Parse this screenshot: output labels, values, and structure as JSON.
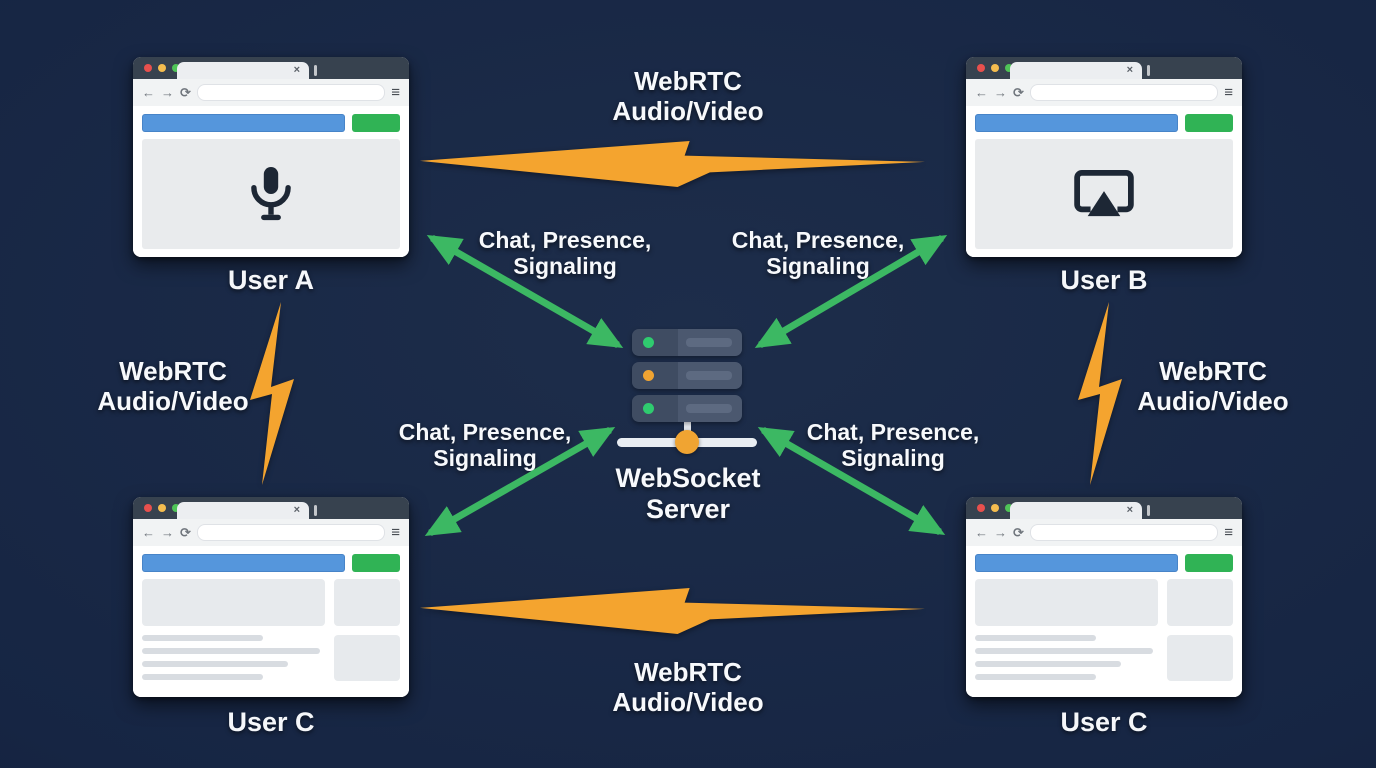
{
  "chrome": {
    "back": "←",
    "forward": "→",
    "reload": "⟳",
    "menu": "≡",
    "tab_close": "×"
  },
  "nodes": {
    "user_a": {
      "label": "User A",
      "icon": "microphone-icon"
    },
    "user_b": {
      "label": "User B",
      "icon": "screen-cast-icon"
    },
    "user_c_left": {
      "label": "User C"
    },
    "user_c_right": {
      "label": "User C"
    },
    "server": {
      "line1": "WebSocket",
      "line2": "Server",
      "leds": [
        "green",
        "orange",
        "green"
      ]
    }
  },
  "labels": {
    "webrtc": {
      "line1": "WebRTC",
      "line2": "Audio/Video"
    },
    "signaling": {
      "line1": "Chat, Presence,",
      "line2": "Signaling"
    }
  },
  "colors": {
    "background": "#162543",
    "bolt_orange": "#F4A42F",
    "arrow_green": "#3CB863",
    "bar_blue": "#5596DC",
    "button_green": "#30B355",
    "titlebar": "#37424F",
    "led_green": "#2FCB6F",
    "led_orange": "#F0A432"
  }
}
